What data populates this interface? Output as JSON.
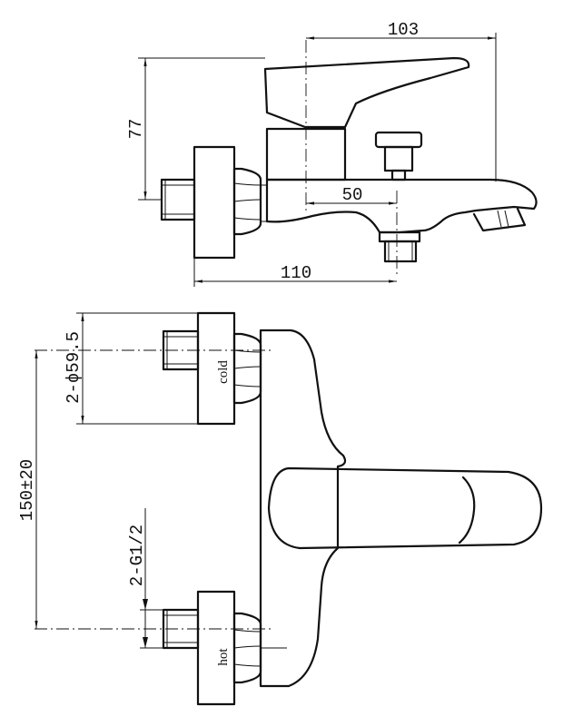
{
  "dimensions": {
    "spout_reach": "103",
    "body_height": "77",
    "outlet_offset": "50",
    "body_length": "110",
    "flange_size": "2-ϕ59.5",
    "center_distance": "150±20",
    "thread_size": "2-G1/2"
  },
  "labels": {
    "cold": "cold",
    "hot": "hot"
  }
}
